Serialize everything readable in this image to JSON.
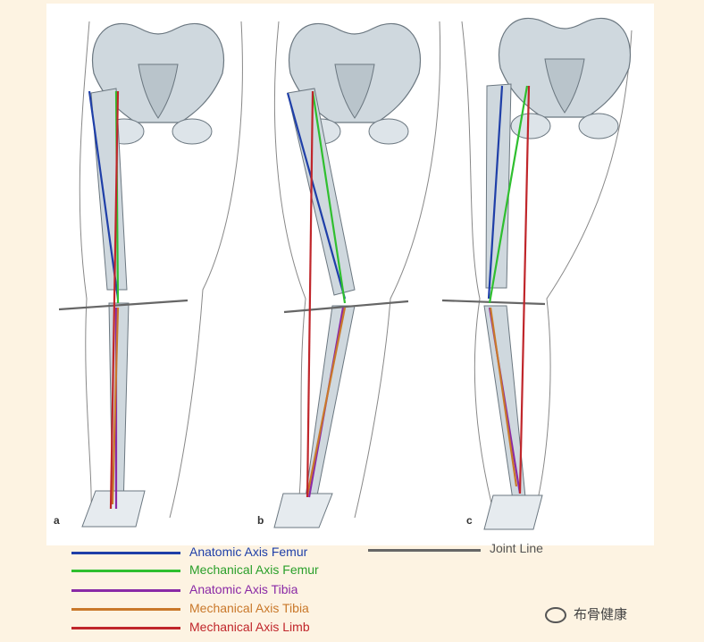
{
  "panels": [
    {
      "label": "a"
    },
    {
      "label": "b"
    },
    {
      "label": "c"
    }
  ],
  "legend": {
    "items": [
      {
        "label": "Anatomic Axis Femur",
        "color": "#1f3fa8"
      },
      {
        "label": "Mechanical Axis Femur",
        "color": "#2fbf2f"
      },
      {
        "label": "Anatomic Axis Tibia",
        "color": "#8a2aa6"
      },
      {
        "label": "Mechanical Axis Tibia",
        "color": "#c9782a"
      },
      {
        "label": "Mechanical Axis Limb",
        "color": "#c0262b"
      }
    ],
    "joint_line": {
      "label": "Joint Line",
      "color": "#666666"
    }
  },
  "watermark": {
    "text": "布骨健康"
  }
}
